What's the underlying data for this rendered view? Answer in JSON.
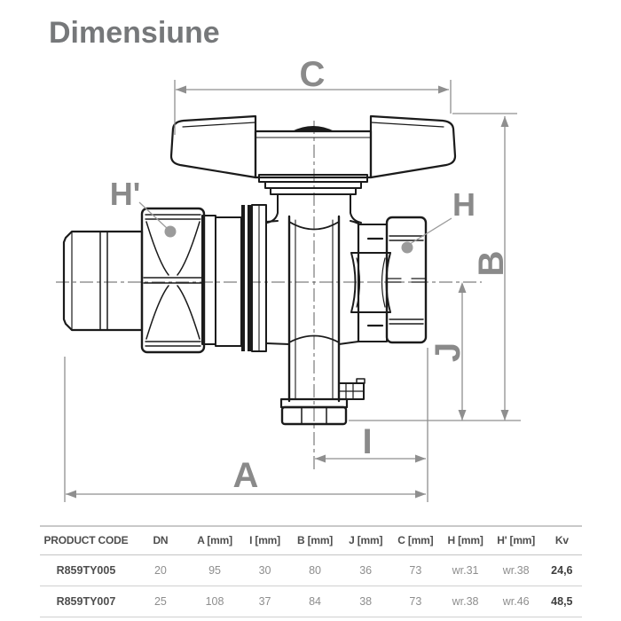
{
  "page": {
    "title": "Dimensiune"
  },
  "diagram": {
    "type": "valve-dimension-drawing",
    "labels": {
      "c": "C",
      "b": "B",
      "j": "J",
      "i": "I",
      "a": "A",
      "h": "H",
      "h_prime": "H'"
    },
    "colors": {
      "drawing_line": "#1b1b1b",
      "dimension_line": "#8f8f8f",
      "label_gray": "#8a8a8a"
    }
  },
  "table": {
    "headers": [
      "PRODUCT CODE",
      "DN",
      "A [mm]",
      "I [mm]",
      "B [mm]",
      "J [mm]",
      "C [mm]",
      "H [mm]",
      "H' [mm]",
      "Kv"
    ],
    "rows": [
      {
        "cells": [
          "R859TY005",
          "20",
          "95",
          "30",
          "80",
          "36",
          "73",
          "wr.31",
          "wr.38",
          "24,6"
        ]
      },
      {
        "cells": [
          "R859TY007",
          "25",
          "108",
          "37",
          "84",
          "38",
          "73",
          "wr.38",
          "wr.46",
          "48,5"
        ]
      }
    ]
  }
}
